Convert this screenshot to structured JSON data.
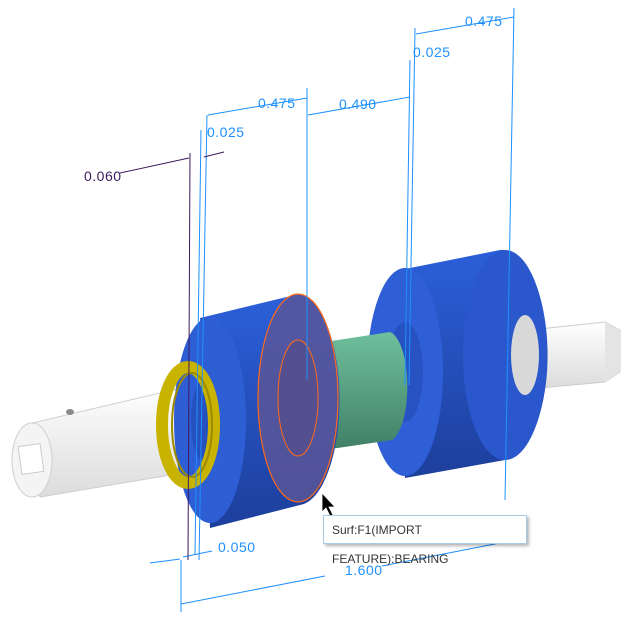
{
  "viewport": {
    "dimensions": [
      {
        "id": "d060",
        "label": "0.060",
        "color": "#3d1a5e"
      },
      {
        "id": "d025a",
        "label": "0.025",
        "color": "#1e90ff"
      },
      {
        "id": "d475a",
        "label": "0.475",
        "color": "#1e90ff"
      },
      {
        "id": "d490",
        "label": "0.490",
        "color": "#1e90ff"
      },
      {
        "id": "d025b",
        "label": "0.025",
        "color": "#1e90ff"
      },
      {
        "id": "d475b",
        "label": "0.475",
        "color": "#1e90ff"
      },
      {
        "id": "d050",
        "label": "0.050",
        "color": "#1e90ff"
      },
      {
        "id": "d1600",
        "label": "1.600",
        "color": "#1e90ff"
      }
    ],
    "colors": {
      "roller": "#2f55c8",
      "spacer": "#5fa88a",
      "ring": "#c8b400",
      "shaft": "#f2f2f2",
      "highlight": "#ff6a1a"
    }
  },
  "tooltip": {
    "text": "Surf:F1(IMPORT FEATURE):BEARING"
  }
}
